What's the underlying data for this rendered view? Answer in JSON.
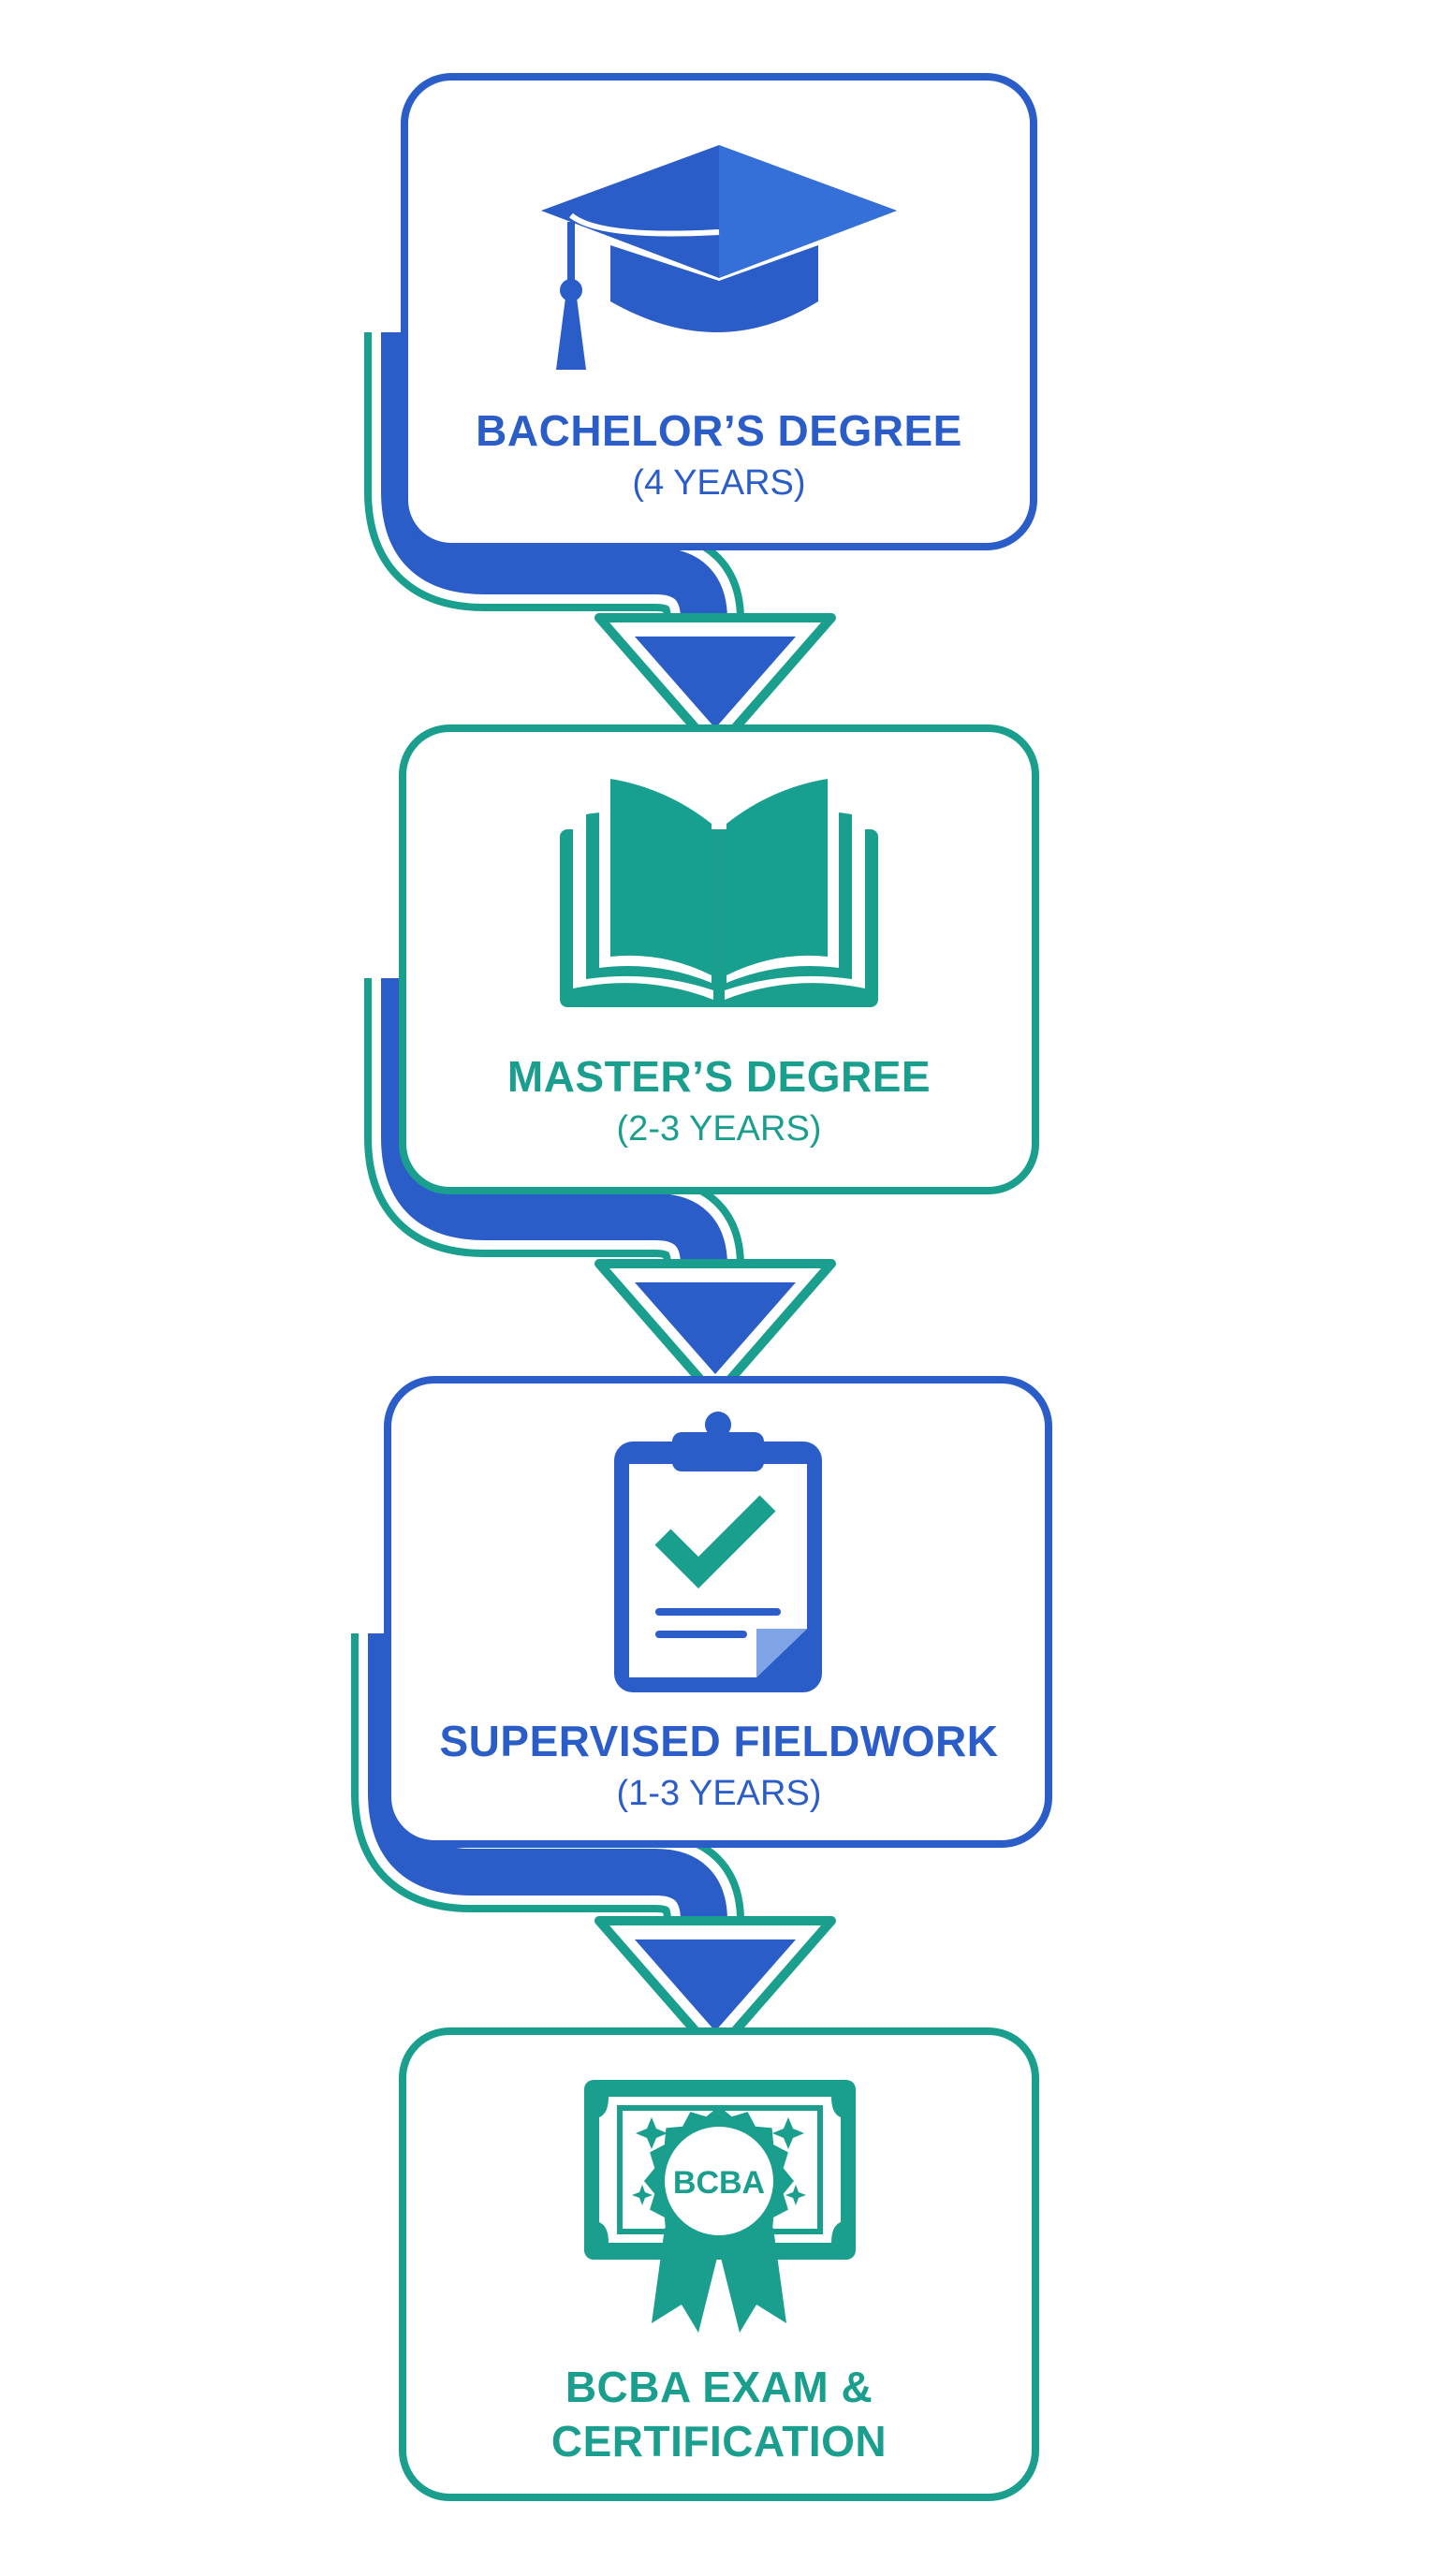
{
  "colors": {
    "blue": "#2a5dc7",
    "teal": "#1a9e8e",
    "background": "#ffffff"
  },
  "steps": [
    {
      "title": "BACHELOR’S DEGREE",
      "duration": "(4 YEARS)",
      "icon": "graduation-cap-icon",
      "color": "blue"
    },
    {
      "title": "MASTER’S DEGREE",
      "duration": "(2-3 YEARS)",
      "icon": "open-book-icon",
      "color": "teal"
    },
    {
      "title": "SUPERVISED FIELDWORK",
      "duration": "(1-3 YEARS)",
      "icon": "clipboard-check-icon",
      "color": "blue"
    },
    {
      "title": "BCBA EXAM &",
      "title_line2": "CERTIFICATION",
      "icon": "certificate-icon",
      "color": "teal",
      "badge": "BCBA"
    }
  ]
}
